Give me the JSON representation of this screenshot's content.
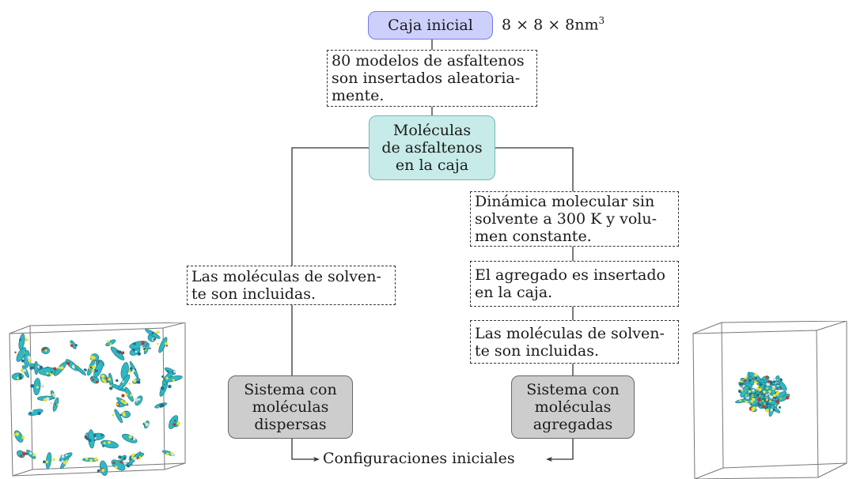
{
  "nodes": {
    "initial_box": {
      "label": "Caja inicial",
      "size_label": "8 × 8 × 8nm",
      "size_exp": "3"
    },
    "insert_note": {
      "lines": [
        "80 modelos de asfaltenos",
        "son insertados aleatoria-",
        "mente."
      ]
    },
    "molecules_box": {
      "lines": [
        "Moléculas",
        "de asfaltenos",
        "en la caja"
      ]
    },
    "md_note": {
      "lines": [
        "Dinámica molecular sin",
        "solvente a 300 K y volu-",
        "men constante."
      ]
    },
    "aggregate_note": {
      "lines": [
        "El agregado es insertado",
        "en la caja."
      ]
    },
    "solvent_note_right": {
      "lines": [
        "Las moléculas de solven-",
        "te son incluidas."
      ]
    },
    "solvent_note_left": {
      "lines": [
        "Las moléculas de solven-",
        "te son incluidas."
      ]
    },
    "dispersed_system": {
      "lines": [
        "Sistema con",
        "moléculas",
        "dispersas"
      ]
    },
    "aggregated_system": {
      "lines": [
        "Sistema con",
        "moléculas",
        "agregadas"
      ]
    },
    "final_label": "Configuraciones iniciales"
  },
  "colors": {
    "initial_fill": "#cdd0fa",
    "molecules_fill": "#c6ebe8",
    "system_fill": "#cdcdcd",
    "molecule_color": "#2fb7c4",
    "line": "#333333"
  },
  "images": [
    {
      "name": "dispersed-simulation-snapshot",
      "description": "molecules dispersed in box"
    },
    {
      "name": "aggregated-simulation-snapshot",
      "description": "molecules aggregated in box"
    }
  ]
}
